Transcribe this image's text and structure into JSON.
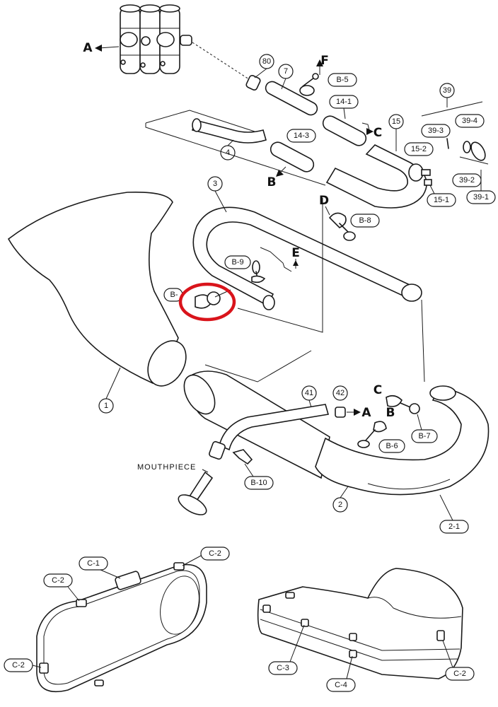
{
  "labels": {
    "n80": "80",
    "n7": "7",
    "f": "F",
    "b5": "B-5",
    "n39": "39",
    "a1": "A",
    "n14_1": "14-1",
    "c1": "C",
    "n15": "15",
    "n39_3": "39-3",
    "n39_4": "39-4",
    "n4": "4",
    "n14_3": "14-3",
    "n15_2": "15-2",
    "b1": "B",
    "n39_2": "39-2",
    "n3": "3",
    "n15_1": "15-1",
    "n39_1": "39-1",
    "d": "D",
    "b8": "B-8",
    "b9": "B-9",
    "e": "E",
    "b_cut": "B-",
    "n1": "1",
    "n41": "41",
    "n42": "42",
    "c2": "C",
    "a2": "A",
    "b2": "B",
    "b7": "B-7",
    "b6": "B-6",
    "mouthpiece": "MOUTHPIECE",
    "b10": "B-10",
    "n2": "2",
    "n2_1": "2-1",
    "c_1": "C-1",
    "c_2a": "C-2",
    "c_2b": "C-2",
    "c_2c": "C-2",
    "c_3": "C-3",
    "c_4": "C-4",
    "c_2d": "C-2"
  },
  "highlight_color": "#d9141b",
  "line_color": "#1a1a1a"
}
